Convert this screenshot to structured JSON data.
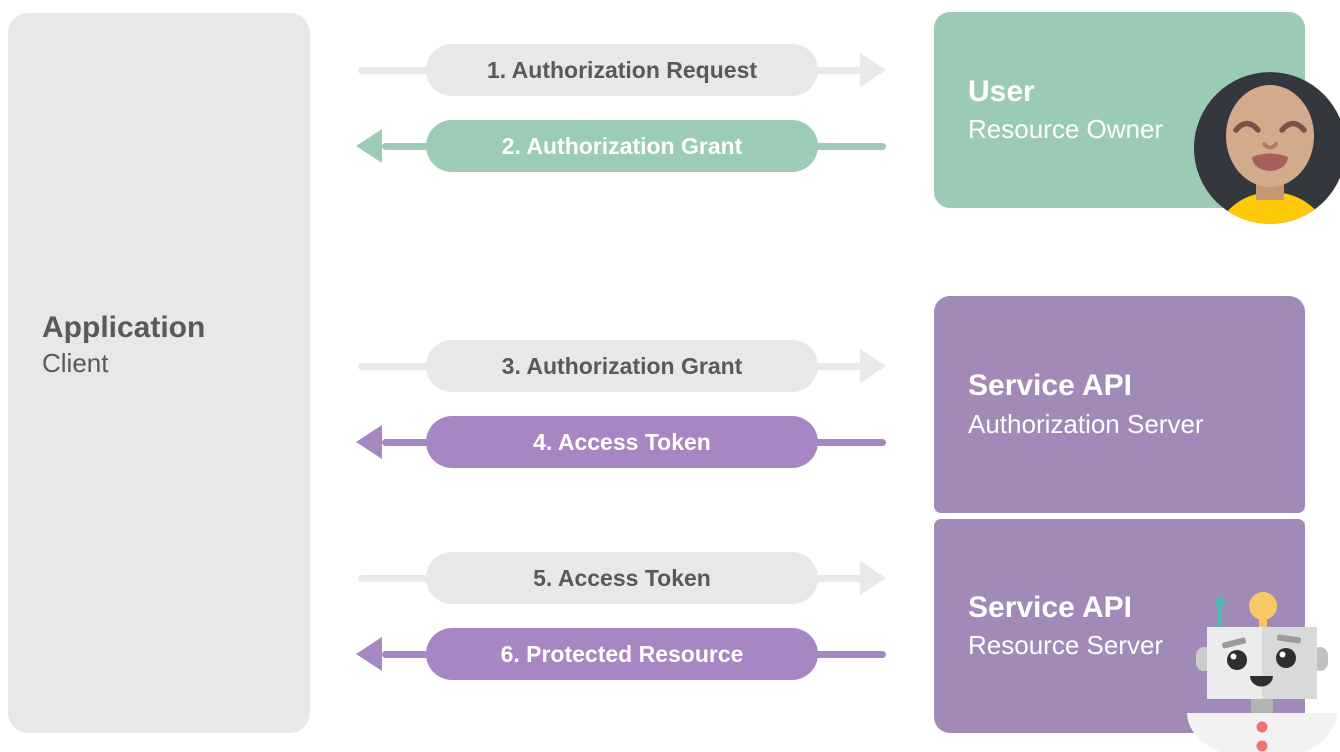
{
  "colors": {
    "green": "#9bcbb5",
    "green_line": "#9dccb6",
    "purple": "#a18ab8",
    "purple_line": "#a687c3",
    "gray_box": "#e8e8e8",
    "gray_line": "#e9e9e9",
    "dark_text": "#58595b"
  },
  "application_box": {
    "title": "Application",
    "subtitle": "Client"
  },
  "flows": [
    {
      "label": "1. Authorization Request",
      "direction": "right",
      "style": "gray"
    },
    {
      "label": "2. Authorization Grant",
      "direction": "left",
      "style": "green"
    },
    {
      "label": "3. Authorization Grant",
      "direction": "right",
      "style": "gray"
    },
    {
      "label": "4. Access Token",
      "direction": "left",
      "style": "purple"
    },
    {
      "label": "5. Access Token",
      "direction": "right",
      "style": "gray"
    },
    {
      "label": "6. Protected Resource",
      "direction": "left",
      "style": "purple"
    }
  ],
  "actor_boxes": [
    {
      "title": "User",
      "subtitle": "Resource Owner",
      "illustration": "woman-avatar"
    },
    {
      "title": "Service API",
      "subtitle": "Authorization Server",
      "illustration": ""
    },
    {
      "title": "Service API",
      "subtitle": "Resource Server",
      "illustration": "robot"
    }
  ]
}
